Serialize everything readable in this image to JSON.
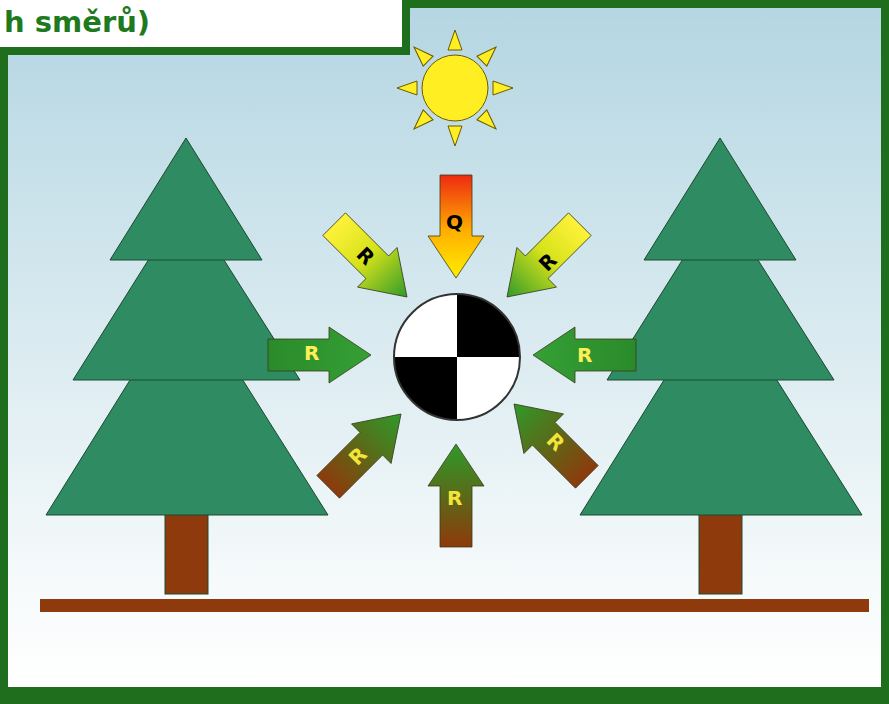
{
  "diagram": {
    "title": "h směrů)",
    "labels": [
      "Q",
      "R",
      "R",
      "R",
      "R",
      "R",
      "R",
      "R"
    ]
  }
}
